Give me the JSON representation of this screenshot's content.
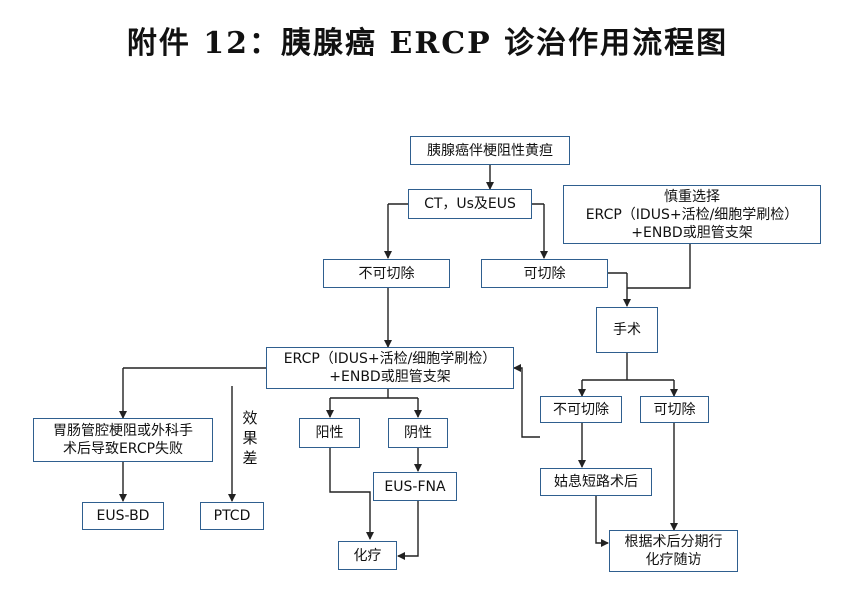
{
  "title": "附件 12：胰腺癌 ERCP 诊治作用流程图",
  "nodes": {
    "start": "胰腺癌伴梗阻性黄疸",
    "imaging": "CT，Us及EUS",
    "careful": "慎重选择\nERCP（IDUS+活检/细胞学刷检）\n+ENBD或胆管支架",
    "unresectable": "不可切除",
    "resectable": "可切除",
    "surgery": "手术",
    "ercp": "ERCP（IDUS+活检/细胞学刷检）\n+ENBD或胆管支架",
    "gi_obstruction": "胃肠管腔梗阻或外科手\n术后导致ERCP失败",
    "poor_effect": "效\n果\n差",
    "positive": "阳性",
    "negative": "阴性",
    "post_unresectable": "不可切除",
    "post_resectable": "可切除",
    "eus_fna": "EUS-FNA",
    "palliative": "姑息短路术后",
    "eus_bd": "EUS-BD",
    "ptcd": "PTCD",
    "chemo": "化疗",
    "followup": "根据术后分期行\n化疗随访"
  },
  "colors": {
    "border": "#2f5f8f",
    "line": "#222222"
  }
}
